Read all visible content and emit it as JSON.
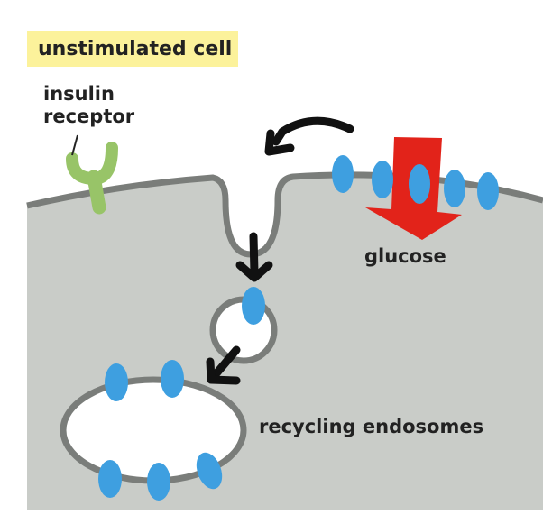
{
  "title": "unstimulated cell",
  "labels": {
    "receptor_line1": "insulin",
    "receptor_line2": "receptor",
    "glucose": "glucose",
    "endosomes": "recycling endosomes"
  },
  "colors": {
    "cytoplasm": "#c9ccc8",
    "membrane": "#7a7d7a",
    "transporter": "#3e9fe0",
    "receptor": "#98c468",
    "glucose_arrow": "#e2231a",
    "highlight": "#fcf29b",
    "arrow": "#111111"
  }
}
